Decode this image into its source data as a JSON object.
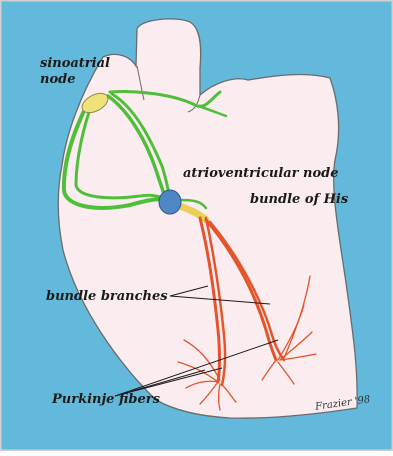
{
  "diagram": {
    "colors": {
      "background": "#63b9db",
      "heart_fill": "#fbecef",
      "conduction_path": "#4fbf3a",
      "av_node": "#4f86c6",
      "branches": "#e4542d",
      "sa_node": "#f0e27a"
    },
    "labels": {
      "sinoatrial_line1": "sinoatrial",
      "sinoatrial_line2": "node",
      "av_node": "atrioventricular node",
      "bundle_his": "bundle of His",
      "bundle_branches": "bundle branches",
      "purkinje": "Purkinje fibers"
    },
    "signature": "Frazier '98"
  }
}
